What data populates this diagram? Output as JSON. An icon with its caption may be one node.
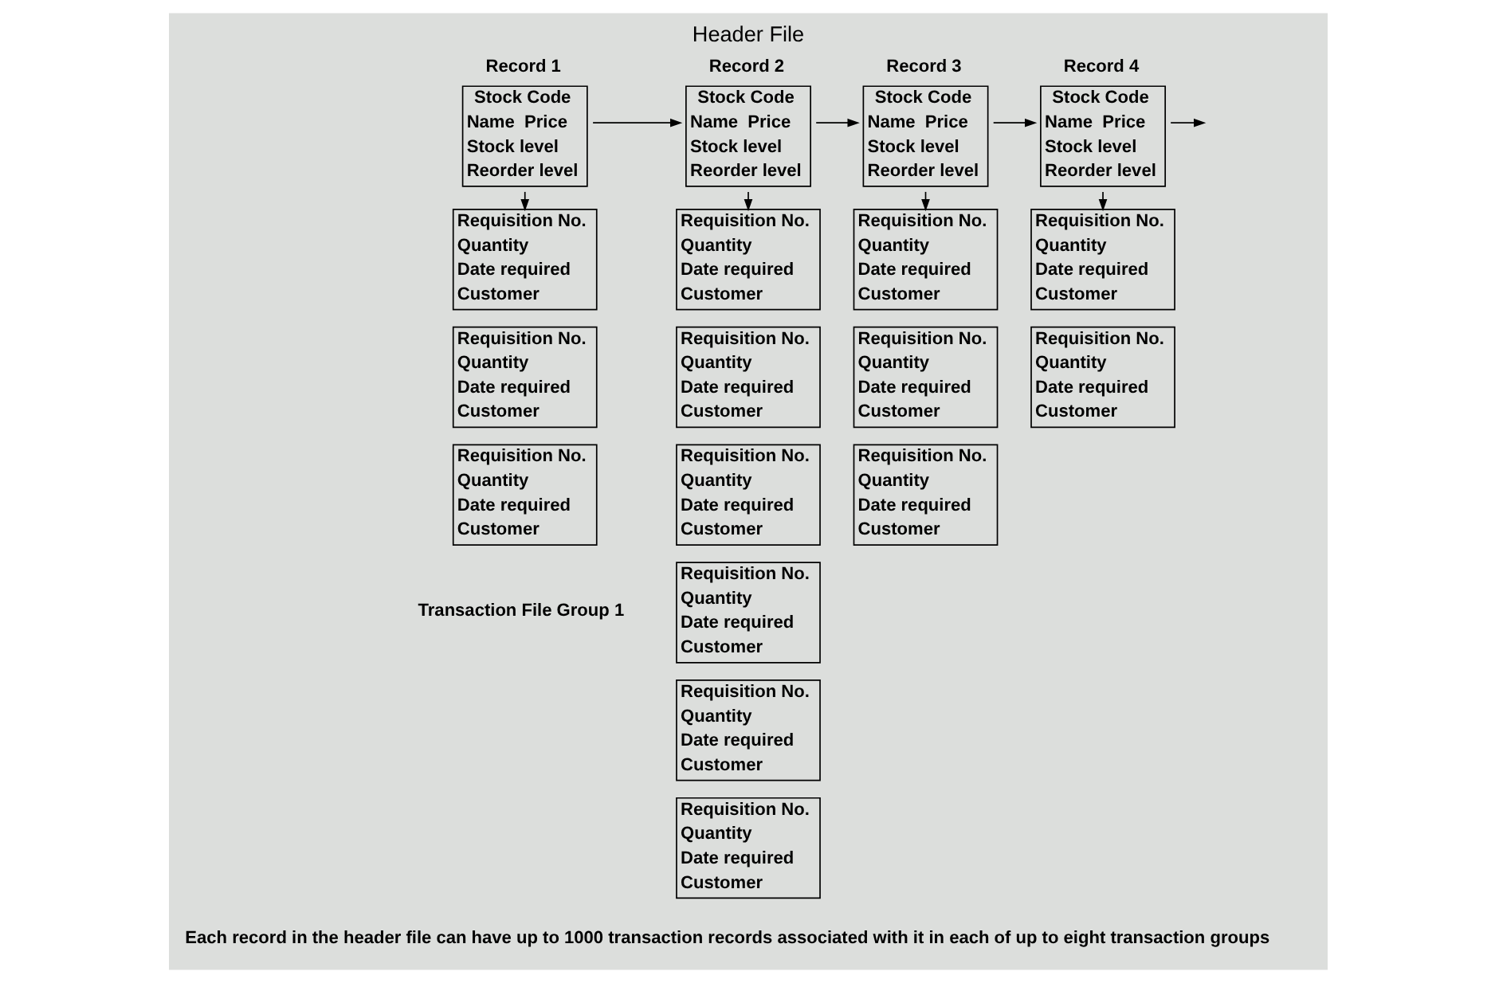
{
  "diagram": {
    "title": "Header File",
    "nodes": [
      {
        "text": [
          "Stock Code",
          "Name  Price",
          "Stock level",
          "Reorder level"
        ],
        "beside": [
          "Record 1"
        ]
      },
      {
        "text": [
          "Stock Code",
          "Name  Price",
          "Stock level",
          "Reorder level"
        ],
        "beside": [
          "Record 2"
        ]
      },
      {
        "text": [
          "Stock Code",
          "Name  Price",
          "Stock level",
          "Reorder level"
        ],
        "beside": [
          "Record 3"
        ]
      },
      {
        "text": [
          "Stock Code",
          "Name  Price",
          "Stock level",
          "Reorder level"
        ],
        "beside": [
          "Record 4"
        ]
      },
      {
        "text": [
          "Requisition No.",
          "Quantity",
          "Date required",
          "Customer"
        ]
      },
      {
        "text": [
          "Requisition No.",
          "Quantity",
          "Date required",
          "Customer"
        ]
      },
      {
        "text": [
          "Requisition No.",
          "Quantity",
          "Date required",
          "Customer"
        ]
      },
      {
        "text": [
          "Requisition No.",
          "Quantity",
          "Date required",
          "Customer"
        ]
      },
      {
        "text": [
          "Requisition No.",
          "Quantity",
          "Date required",
          "Customer"
        ]
      },
      {
        "text": [
          "Requisition No.",
          "Quantity",
          "Date required",
          "Customer"
        ]
      },
      {
        "text": [
          "Requisition No.",
          "Quantity",
          "Date required",
          "Customer"
        ]
      },
      {
        "text": [
          "Requisition No.",
          "Quantity",
          "Date required",
          "Customer"
        ]
      },
      {
        "text": [
          "Requisition No.",
          "Quantity",
          "Date required",
          "Customer"
        ]
      },
      {
        "text": [
          "Requisition No.",
          "Quantity",
          "Date required",
          "Customer"
        ]
      },
      {
        "text": [
          "Requisition No.",
          "Quantity",
          "Date required",
          "Customer"
        ]
      },
      {
        "text": [
          "Requisition No.",
          "Quantity",
          "Date required",
          "Customer"
        ]
      },
      {
        "text": [
          "Requisition No.",
          "Quantity",
          "Date required",
          "Customer"
        ]
      },
      {
        "text": [
          "Requisition No.",
          "Quantity",
          "Date required",
          "Customer"
        ]
      }
    ],
    "edges": [
      {
        "from": 0,
        "to": 1,
        "arrow": "to"
      },
      {
        "from": 1,
        "to": 2,
        "arrow": "to"
      },
      {
        "from": 2,
        "to": 3,
        "arrow": "to"
      },
      {
        "from": 3,
        "to": null,
        "arrow": "to"
      },
      {
        "from": 0,
        "to": 4,
        "arrow": "to"
      },
      {
        "from": 1,
        "to": 7,
        "arrow": "to"
      },
      {
        "from": 2,
        "to": 13,
        "arrow": "to"
      },
      {
        "from": 3,
        "to": 16,
        "arrow": "to"
      }
    ],
    "labels": [
      "Transaction File Group 1"
    ],
    "caption": "Each record in the header file can have up to 1000 transaction records associated with it in each of up to eight transaction groups"
  }
}
